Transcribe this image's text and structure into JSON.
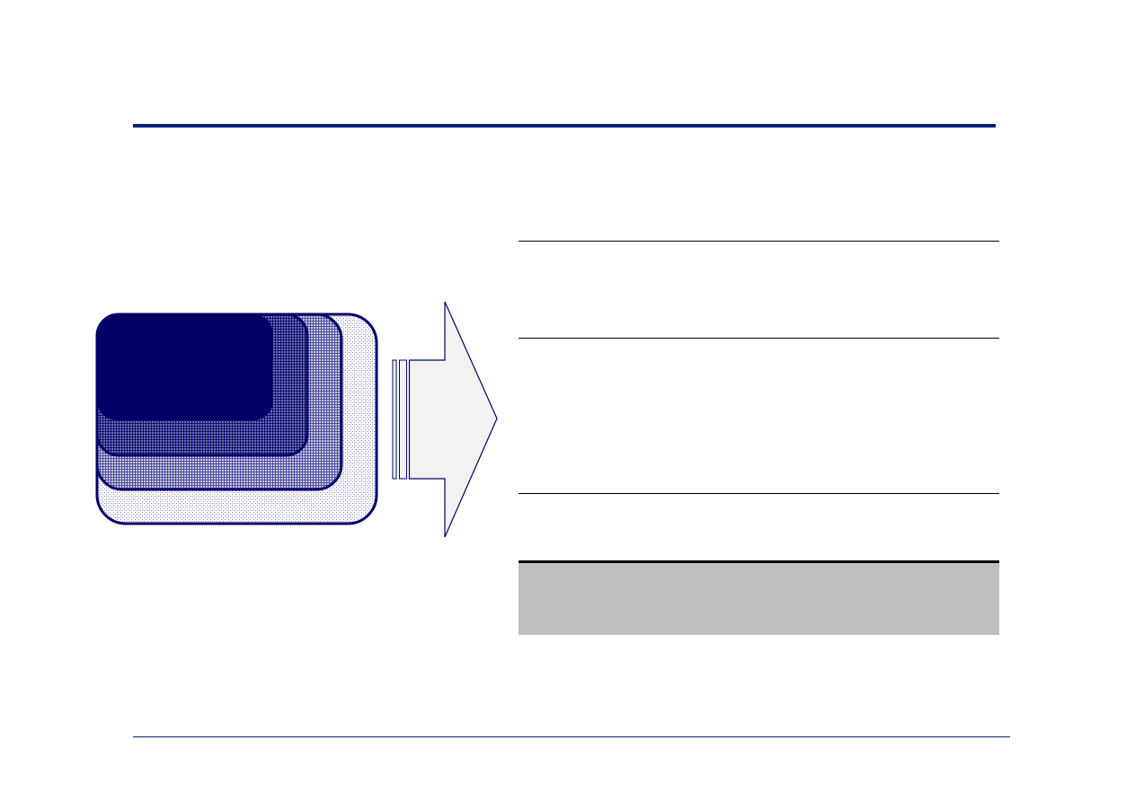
{
  "colors": {
    "accent": "#002273",
    "shape_stroke": "#000066",
    "dark_fill": "#000066",
    "arrow_fill": "#f2f2f2",
    "summary_fill": "#bfbfbf",
    "rule": "#000000"
  },
  "diagram": {
    "nested_layers": 4,
    "arrow_direction": "right"
  },
  "table": {
    "rows": 4
  }
}
